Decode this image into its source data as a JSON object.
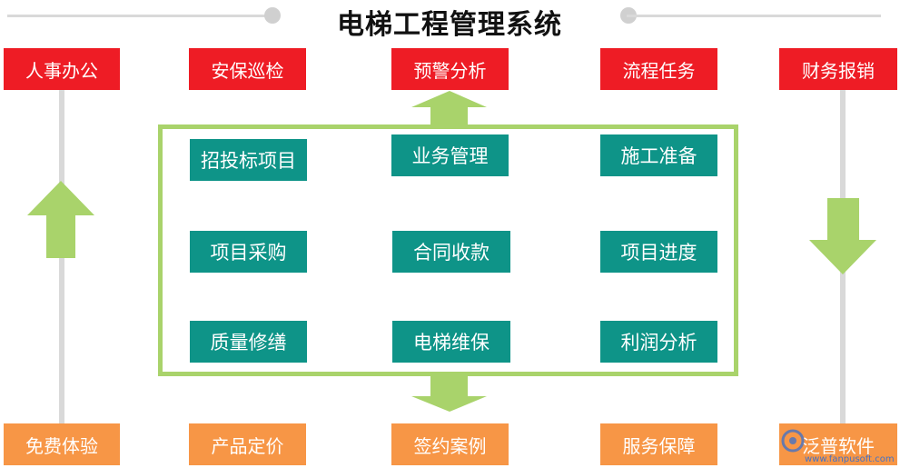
{
  "title": "电梯工程管理系统",
  "top_modules": [
    "人事办公",
    "安保巡检",
    "预警分析",
    "流程任务",
    "财务报销"
  ],
  "center_modules": [
    "招投标项目",
    "业务管理",
    "施工准备",
    "项目采购",
    "合同收款",
    "项目进度",
    "质量修缮",
    "电梯维保",
    "利润分析"
  ],
  "bottom_modules": [
    "免费体验",
    "产品定价",
    "签约案例",
    "服务保障",
    "泛普软件"
  ],
  "watermark": {
    "name": "泛普软件",
    "url": "www.fanpusoft.com"
  },
  "colors": {
    "top": "#ee1c25",
    "bottom": "#f79646",
    "center": "#0e9488",
    "arrow": "#a9d36b",
    "line": "#d9d9d9"
  }
}
